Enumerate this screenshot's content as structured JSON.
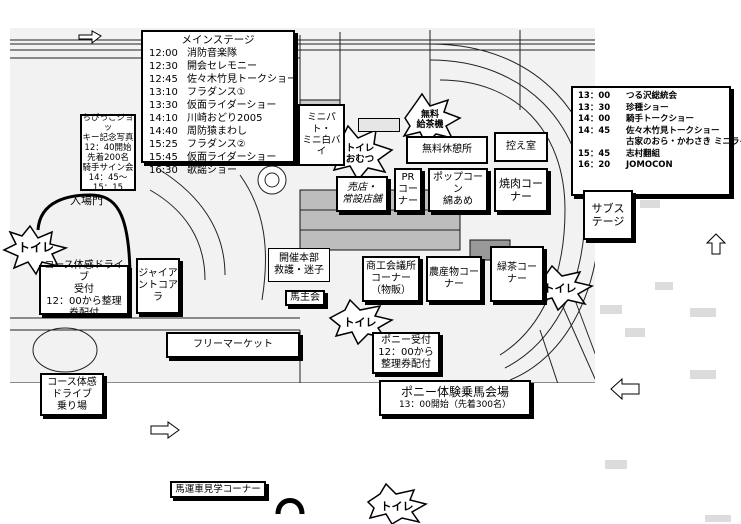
{
  "main_stage": {
    "title": "メインステージ",
    "items": [
      {
        "time": "12:00",
        "label": "消防音楽隊"
      },
      {
        "time": "12:30",
        "label": "開会セレモニー"
      },
      {
        "time": "12:45",
        "label": "佐々木竹見トークショー"
      },
      {
        "time": "13:10",
        "label": "フラダンス①"
      },
      {
        "time": "13:30",
        "label": "仮面ライダーショー"
      },
      {
        "time": "14:10",
        "label": "川崎おどり2005"
      },
      {
        "time": "14:40",
        "label": "周防猿まわし"
      },
      {
        "time": "15:25",
        "label": "フラダンス②"
      },
      {
        "time": "15:45",
        "label": "仮面ライダーショー"
      },
      {
        "time": "16:30",
        "label": "歌謡ショー"
      }
    ]
  },
  "sub_stage": {
    "label": "サブス\nテージ",
    "items": [
      {
        "time": "13：00",
        "label": "つる沢総統会"
      },
      {
        "time": "13：30",
        "label": "珍種ショー"
      },
      {
        "time": "14：00",
        "label": "騎手トークショー"
      },
      {
        "time": "14：45",
        "label": "佐々木竹見トークショー"
      },
      {
        "time": "",
        "label": "古家のおら・かわさき ミニライブ"
      },
      {
        "time": "15：45",
        "label": "志村翻組"
      },
      {
        "time": "16：20",
        "label": "JOMOCON"
      }
    ]
  },
  "labels": {
    "chibikko": "ちびっこジョッ\nキー記念写真\n12：40開始\n先着200名\n騎手サイン会\n14：45～\n15：15",
    "entrance_gate": "入場門",
    "course_drive": "コース体感ドライブ\n受付\n12：00から整理\n券配付",
    "giant_tokoara": "ジャイア\nントコアラ",
    "course_drive_ride": "コース体感\nドライブ\n乗り場",
    "minipato": "ミニパト・\nミニ白バ\nイ",
    "free_tea": "無料\n給茶機",
    "free_rest": "無料休憩所",
    "waiting_room": "控え室",
    "shop": "売店・\n常設店舗",
    "pr_corner": "PR\nコー\nナー",
    "popcorn": "ポップコーン\n綿あめ",
    "yakiniku": "焼肉コー\nナー",
    "hq": "開催本部\n救護・迷子",
    "baba_kai": "馬主会",
    "shoko": "商工会議所\nコーナー\n（物販）",
    "nosanbutsu": "農産物コー\nナー",
    "green_tea": "緑茶コー\nナー",
    "flea_market": "フリーマーケット",
    "pony_reception": "ポニー受付\n12：00から\n整理券配付",
    "pony_title": "ポニー体験乗馬会場",
    "pony_sub": "13：00開始（先着300名）",
    "carriage": "馬運車見学コーナー",
    "osumitsuki": "トイレ\nおむつ",
    "toilet": "トイレ",
    "toilet_small": "トイレ"
  }
}
